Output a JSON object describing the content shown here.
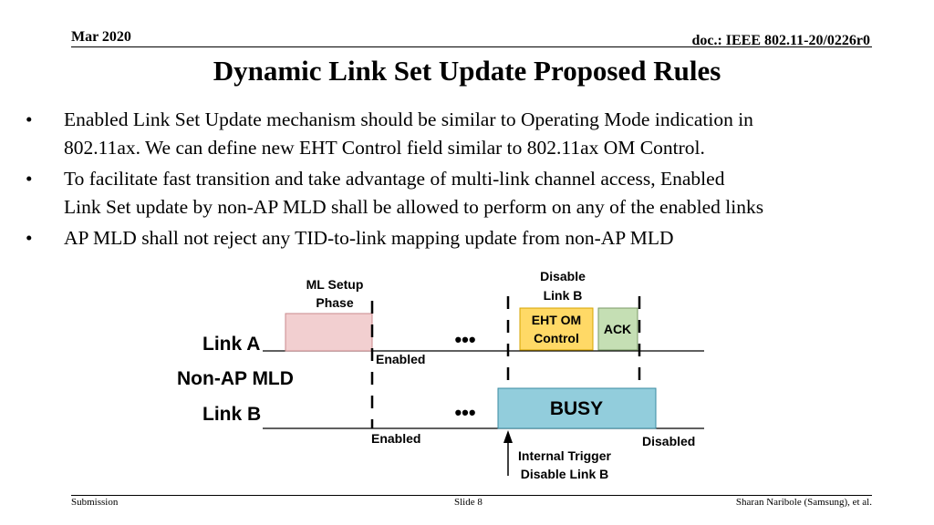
{
  "header": {
    "date": "Mar 2020",
    "doc": "doc.: IEEE 802.11-20/0226r0"
  },
  "title": "Dynamic Link Set Update Proposed Rules",
  "bullet_char": "•",
  "bullets": [
    {
      "lines": [
        "Enabled Link Set Update mechanism should be similar to Operating Mode indication in",
        "802.11ax. We can define new EHT Control field similar to 802.11ax OM Control."
      ]
    },
    {
      "lines": [
        "To facilitate fast transition and take advantage of multi-link channel access, Enabled",
        "Link Set update by non-AP MLD shall be allowed to perform on any of the enabled links"
      ]
    },
    {
      "lines": [
        "AP MLD shall not reject any TID-to-link mapping update from non-AP MLD"
      ]
    }
  ],
  "diagram": {
    "ml_setup": [
      "ML Setup",
      "Phase"
    ],
    "disable_link_b": [
      "Disable",
      "Link B"
    ],
    "link_a": "Link A",
    "non_ap_mld": "Non-AP MLD",
    "link_b": "Link B",
    "ellipsis": "•••",
    "eht_om": [
      "EHT OM",
      "Control"
    ],
    "ack": "ACK",
    "busy": "BUSY",
    "enabled_a": "Enabled",
    "enabled_b": "Enabled",
    "disabled": "Disabled",
    "internal_trigger": [
      "Internal Trigger",
      "Disable Link B"
    ],
    "colors": {
      "ml_setup_fill": "#f2cfd0",
      "ml_setup_stroke": "#c98a8c",
      "eht_om_fill": "#ffd966",
      "eht_om_stroke": "#d6a400",
      "ack_fill": "#c5dfb4",
      "ack_stroke": "#7a9a66",
      "busy_fill": "#92cddc",
      "busy_stroke": "#3a8aa0"
    }
  },
  "footer": {
    "left": "Submission",
    "center": "Slide 8",
    "right": "Sharan Naribole (Samsung), et al."
  }
}
